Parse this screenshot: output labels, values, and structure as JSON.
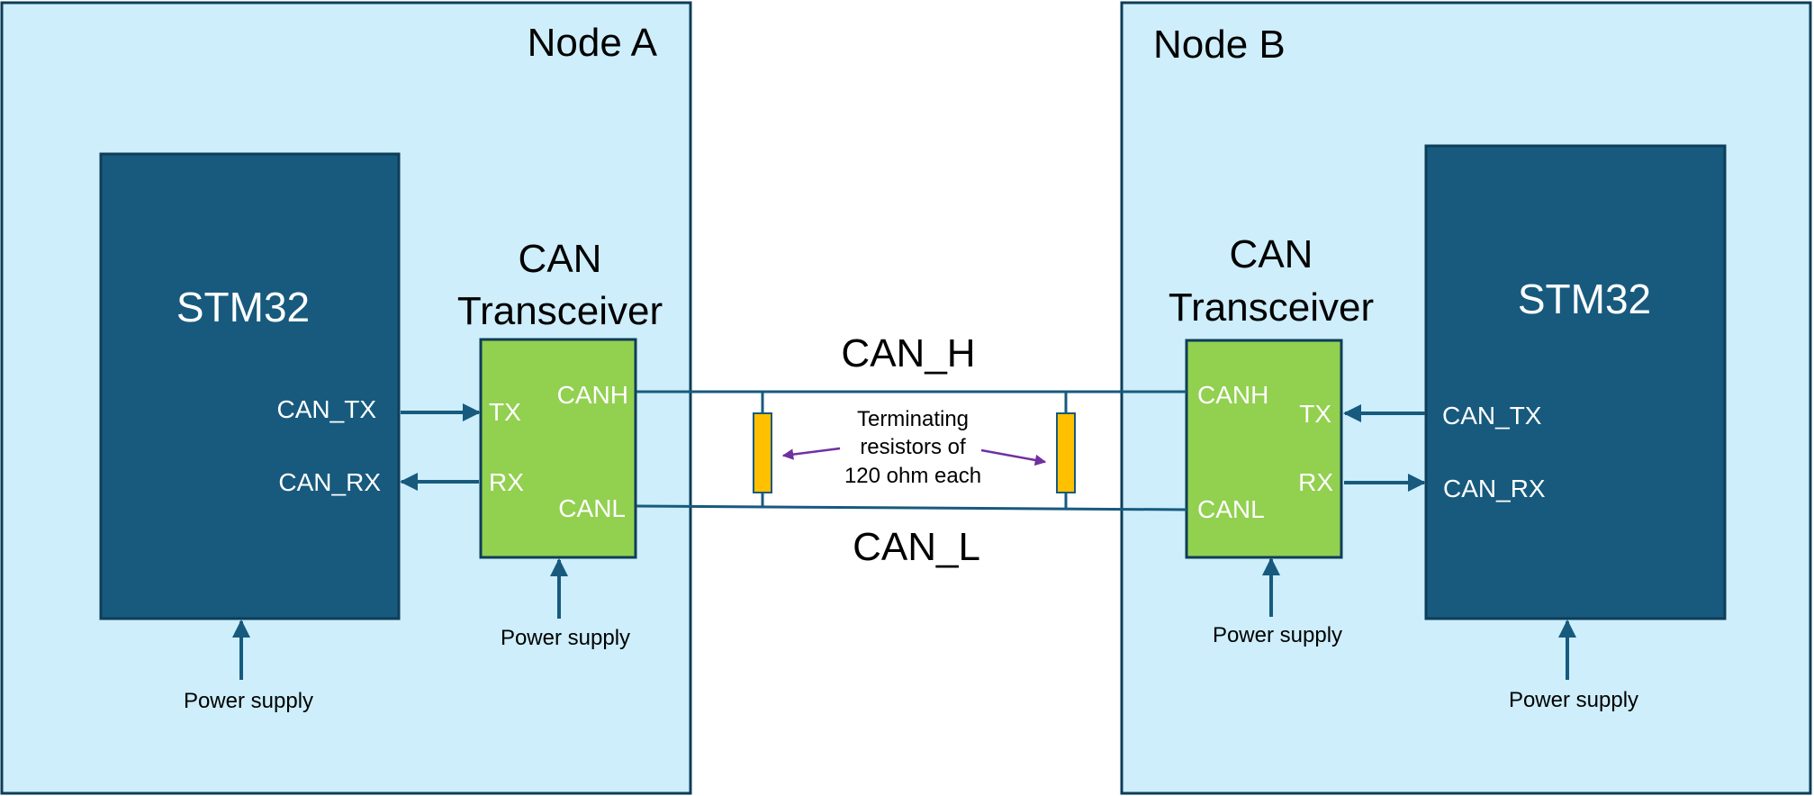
{
  "colors": {
    "node_fill": "#cdeefa",
    "node_stroke": "#0e3d59",
    "mcu_fill": "#175a7e",
    "transceiver_fill": "#92d050",
    "wire": "#175a7e",
    "resistor_fill": "#ffc000",
    "annotation_arrow": "#7030a0",
    "dark_text": "#000000",
    "light_text": "#ffffff"
  },
  "node_a": {
    "title": "Node A",
    "mcu_label": "STM32",
    "mcu_can_tx": "CAN_TX",
    "mcu_can_rx": "CAN_RX",
    "mcu_power": "Power supply",
    "transceiver_title_line1": "CAN",
    "transceiver_title_line2": "Transceiver",
    "transceiver_tx": "TX",
    "transceiver_rx": "RX",
    "transceiver_canh": "CANH",
    "transceiver_canl": "CANL",
    "transceiver_power": "Power supply"
  },
  "node_b": {
    "title": "Node B",
    "mcu_label": "STM32",
    "mcu_can_tx": "CAN_TX",
    "mcu_can_rx": "CAN_RX",
    "mcu_power": "Power supply",
    "transceiver_title_line1": "CAN",
    "transceiver_title_line2": "Transceiver",
    "transceiver_tx": "TX",
    "transceiver_rx": "RX",
    "transceiver_canh": "CANH",
    "transceiver_canl": "CANL",
    "transceiver_power": "Power supply"
  },
  "bus": {
    "can_h_label": "CAN_H",
    "can_l_label": "CAN_L",
    "resistor_note_line1": "Terminating",
    "resistor_note_line2": "resistors of",
    "resistor_note_line3": "120 ohm each"
  }
}
